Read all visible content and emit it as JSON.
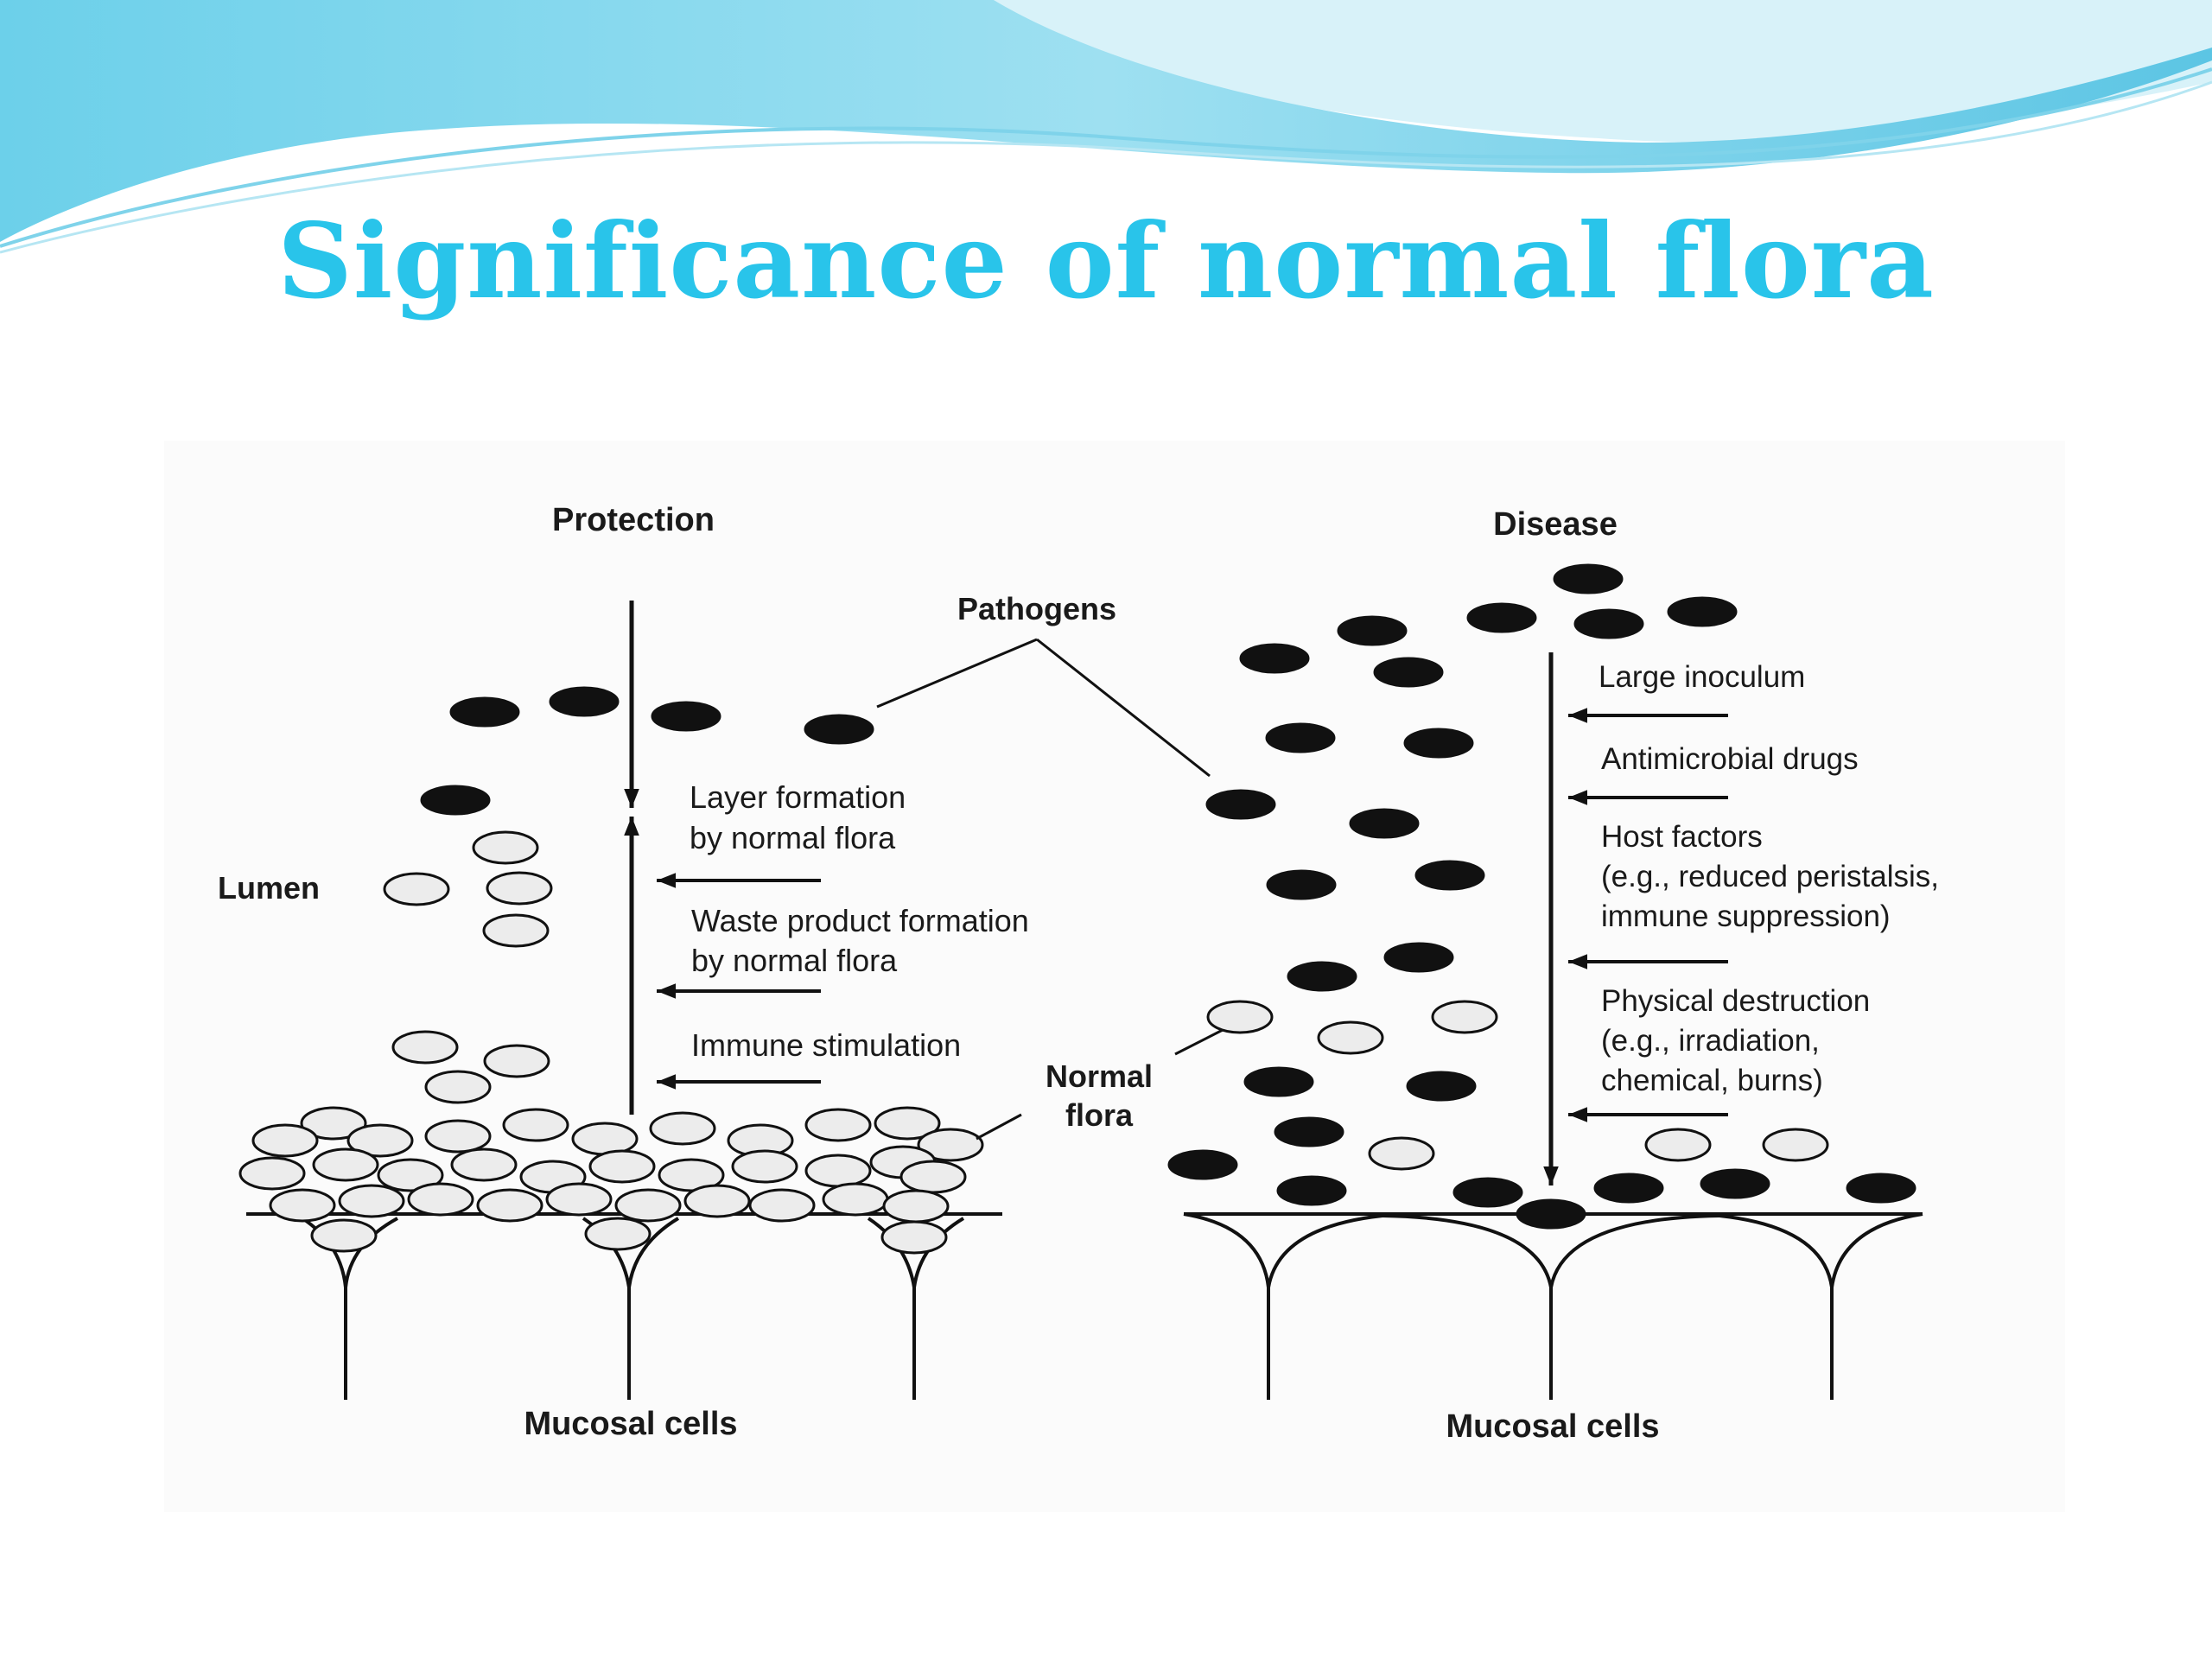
{
  "slide": {
    "title": "Significance of normal flora",
    "title_color": "#29c4ea",
    "banner_colors": [
      "#5fc6e6",
      "#8fdcef",
      "#cbeef7"
    ]
  },
  "diagram": {
    "protection": {
      "heading": "Protection",
      "region_label": "Lumen",
      "mechanisms": [
        {
          "line1": "Layer formation",
          "line2": "by normal flora"
        },
        {
          "line1": "Waste product formation",
          "line2": "by normal flora"
        },
        {
          "line1": "Immune stimulation",
          "line2": ""
        }
      ],
      "bottom_label": "Mucosal cells"
    },
    "shared": {
      "pathogens_label": "Pathogens",
      "normal_flora_line1": "Normal",
      "normal_flora_line2": "flora"
    },
    "disease": {
      "heading": "Disease",
      "factors": [
        {
          "line1": "Large inoculum",
          "line2": "",
          "line3": ""
        },
        {
          "line1": "Antimicrobial drugs",
          "line2": "",
          "line3": ""
        },
        {
          "line1": "Host factors",
          "line2": "(e.g., reduced peristalsis,",
          "line3": "immune suppression)"
        },
        {
          "line1": "Physical destruction",
          "line2": "(e.g., irradiation,",
          "line3": "chemical, burns)"
        }
      ],
      "bottom_label": "Mucosal cells"
    },
    "legend_icons": {
      "pathogen": "black-filled-oval",
      "normal_flora": "light-outlined-oval"
    }
  }
}
